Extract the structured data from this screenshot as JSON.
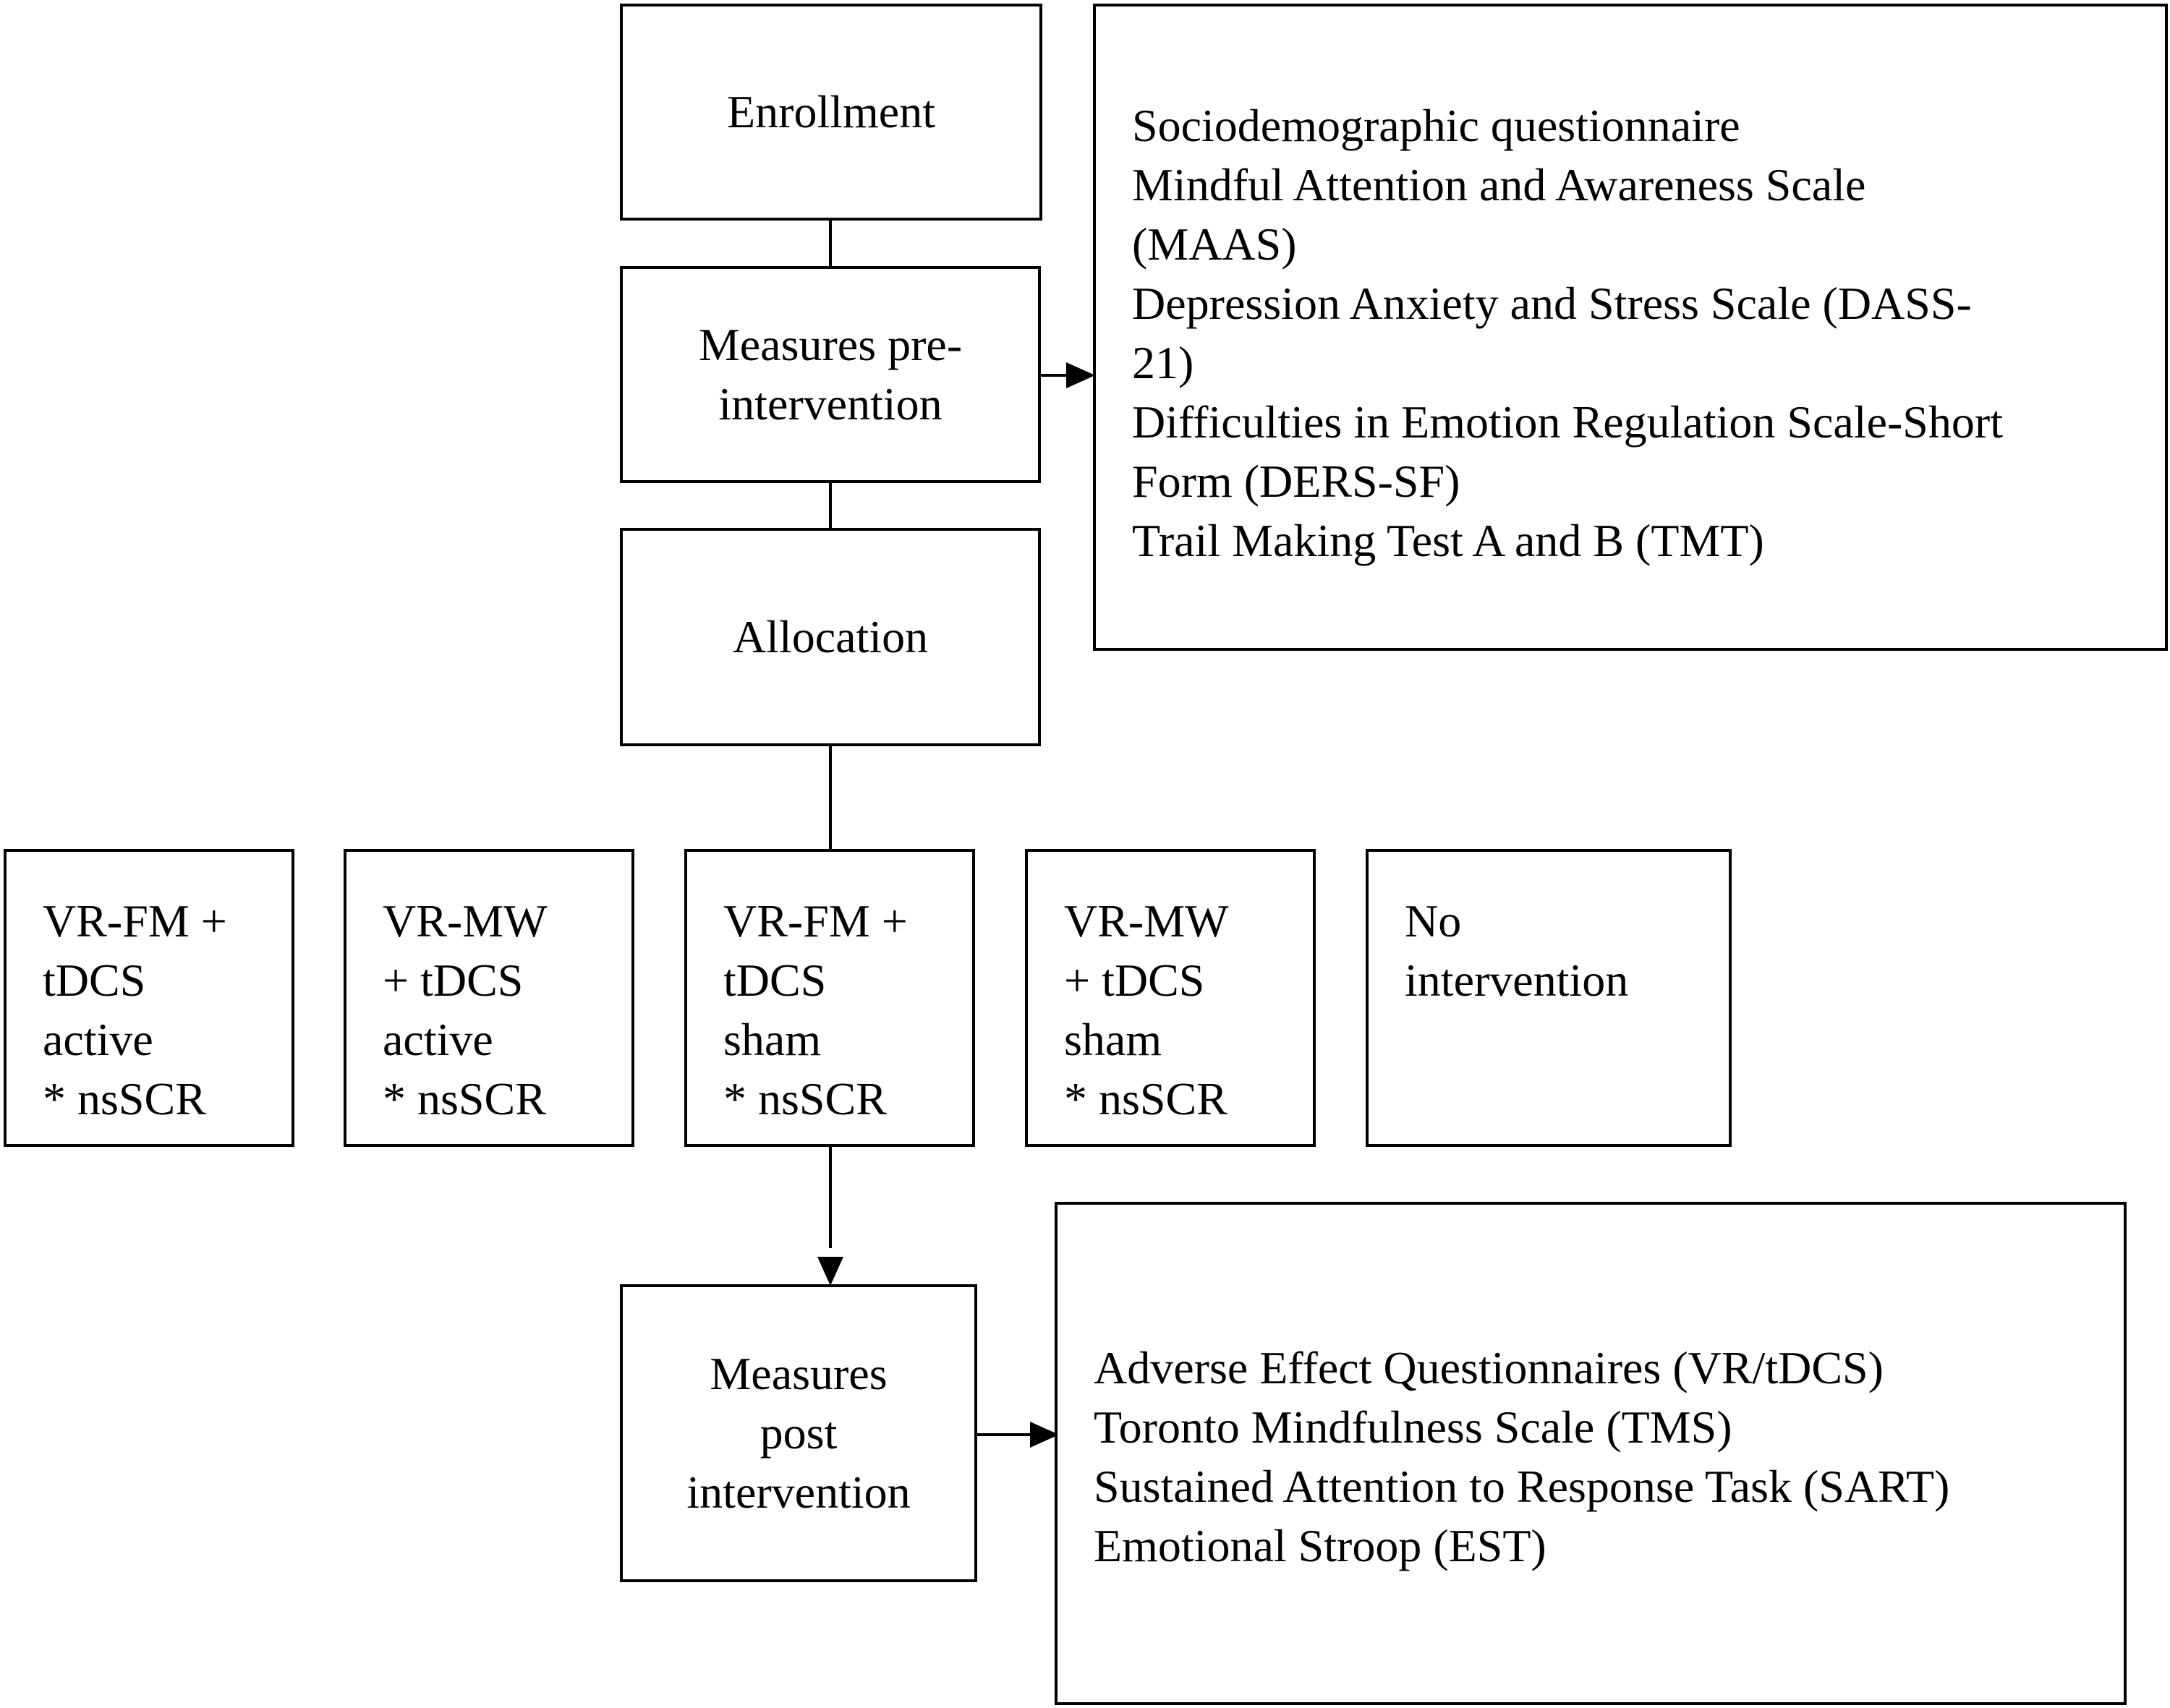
{
  "flow": {
    "enrollment": "Enrollment",
    "pre_measures": [
      "Measures pre-",
      "intervention"
    ],
    "allocation": "Allocation",
    "post_measures": [
      "Measures",
      "post",
      "intervention"
    ]
  },
  "pre_measures_list": [
    "Sociodemographic questionnaire",
    "Mindful Attention and Awareness Scale",
    "(MAAS)",
    "Depression Anxiety and Stress Scale (DASS-",
    "21)",
    "Difficulties in Emotion Regulation Scale-Short",
    "Form (DERS-SF)",
    "Trail Making Test A and B (TMT)"
  ],
  "groups": [
    [
      "VR-FM +",
      "tDCS",
      "active",
      "* nsSCR"
    ],
    [
      "VR-MW",
      "+ tDCS",
      "active",
      "* nsSCR"
    ],
    [
      "VR-FM +",
      "tDCS",
      "sham",
      "* nsSCR"
    ],
    [
      "VR-MW",
      "+ tDCS",
      "sham",
      "* nsSCR"
    ],
    [
      "No",
      "intervention"
    ]
  ],
  "post_measures_list": [
    "Adverse Effect Questionnaires (VR/tDCS)",
    "Toronto Mindfulness Scale (TMS)",
    "Sustained Attention to Response Task (SART)",
    "Emotional Stroop (EST)"
  ]
}
